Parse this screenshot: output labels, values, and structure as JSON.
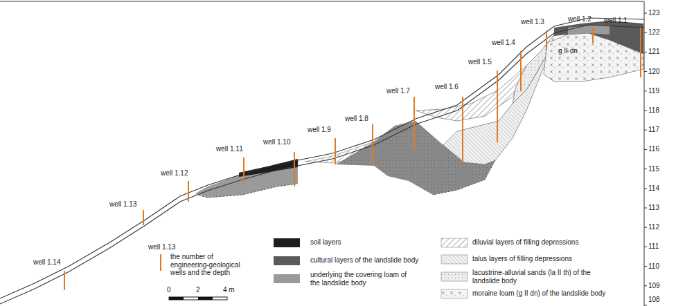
{
  "diagram": {
    "labels": [
      "well 1.1",
      "well 1.2",
      "well 1.3",
      "well 1.4",
      "well 1.5",
      "well 1.6",
      "well 1.7",
      "well 1.8",
      "well 1.9",
      "well 1.10",
      "well 1.11",
      "well 1.12",
      "well 1.13",
      "well 1.14",
      "g II dn",
      "123",
      "122",
      "121",
      "120",
      "119",
      "118",
      "117",
      "116",
      "115",
      "114",
      "113",
      "112",
      "111",
      "110",
      "109",
      "108",
      "well 1.13",
      "0",
      "2",
      "4 m"
    ],
    "legend": [
      {
        "text": "the number of engineering-geological wells and the depth"
      },
      {
        "text": "soil layers",
        "color": "#1e1e1e"
      },
      {
        "text": "cultural layers of the landslide body",
        "color": "#5a5a5a"
      },
      {
        "text": "underlying the covering loam of the landslide body",
        "color": "#9a9a9a"
      },
      {
        "text": "diluvial layers of filling depressions"
      },
      {
        "text": "talus layers of filling depressions"
      },
      {
        "text": "lacustrine-alluvial sands (la II th) of the landslide body"
      },
      {
        "text": "moraine loam (g II dn) of the landslide body"
      }
    ]
  }
}
